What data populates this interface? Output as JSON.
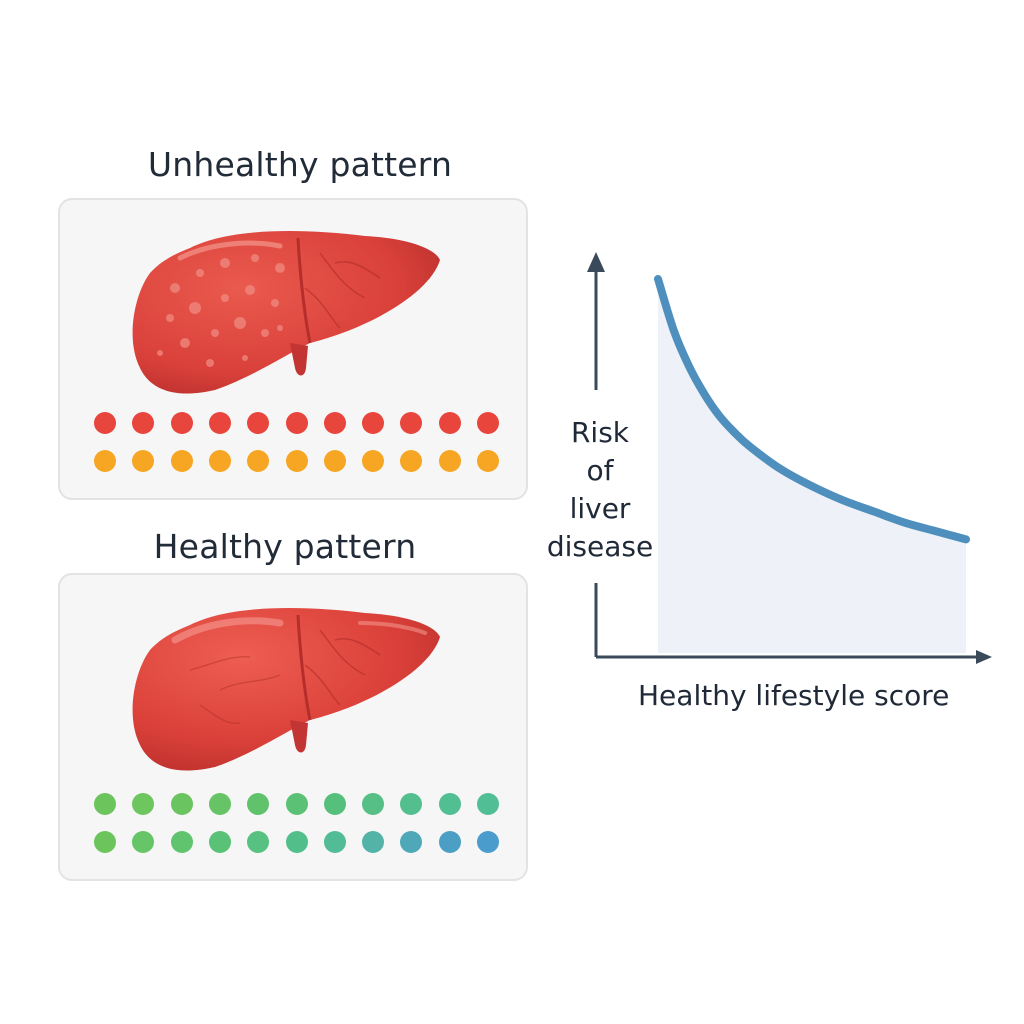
{
  "panels": {
    "unhealthy": {
      "title": "Unhealthy pattern",
      "dot_rows": [
        [
          "#e8453c",
          "#e8453c",
          "#e8453c",
          "#e8453c",
          "#e8453c",
          "#e8453c",
          "#e8453c",
          "#e8453c",
          "#e8453c",
          "#e8453c",
          "#e8453c"
        ],
        [
          "#f6a623",
          "#f6a623",
          "#f6a623",
          "#f6a623",
          "#f6a623",
          "#f6a623",
          "#f6a623",
          "#f6a623",
          "#f6a623",
          "#f6a623",
          "#f6a623"
        ]
      ]
    },
    "healthy": {
      "title": "Healthy pattern",
      "dot_rows": [
        [
          "#6cc55c",
          "#6ec65e",
          "#6ac460",
          "#66c366",
          "#61c26c",
          "#5bc174",
          "#55c07c",
          "#55bf86",
          "#53bf8e",
          "#52bf92",
          "#52be96"
        ],
        [
          "#6cc55c",
          "#66c566",
          "#60c46e",
          "#5ac276",
          "#56c180",
          "#52bf8a",
          "#52bc96",
          "#53b3a6",
          "#4ea8b8",
          "#4b9fc5",
          "#4a9ccc"
        ]
      ]
    }
  },
  "chart_data": {
    "type": "line",
    "ylabel": "Risk of liver disease",
    "ylabel_lines": [
      "Risk",
      "of",
      "liver",
      "disease"
    ],
    "xlabel": "Healthy lifestyle score",
    "x": [
      0,
      0.05,
      0.1,
      0.15,
      0.2,
      0.25,
      0.3,
      0.4,
      0.5,
      0.6,
      0.7,
      0.8,
      0.9,
      1.0
    ],
    "y": [
      1.0,
      0.82,
      0.69,
      0.59,
      0.51,
      0.45,
      0.4,
      0.32,
      0.26,
      0.21,
      0.17,
      0.13,
      0.1,
      0.07
    ],
    "xlim": [
      0,
      1
    ],
    "ylim": [
      -0.35,
      1.05
    ],
    "line_color": "#4f8fbe",
    "axis_color": "#3a4a5a",
    "fill_color": "#eef1f7"
  }
}
